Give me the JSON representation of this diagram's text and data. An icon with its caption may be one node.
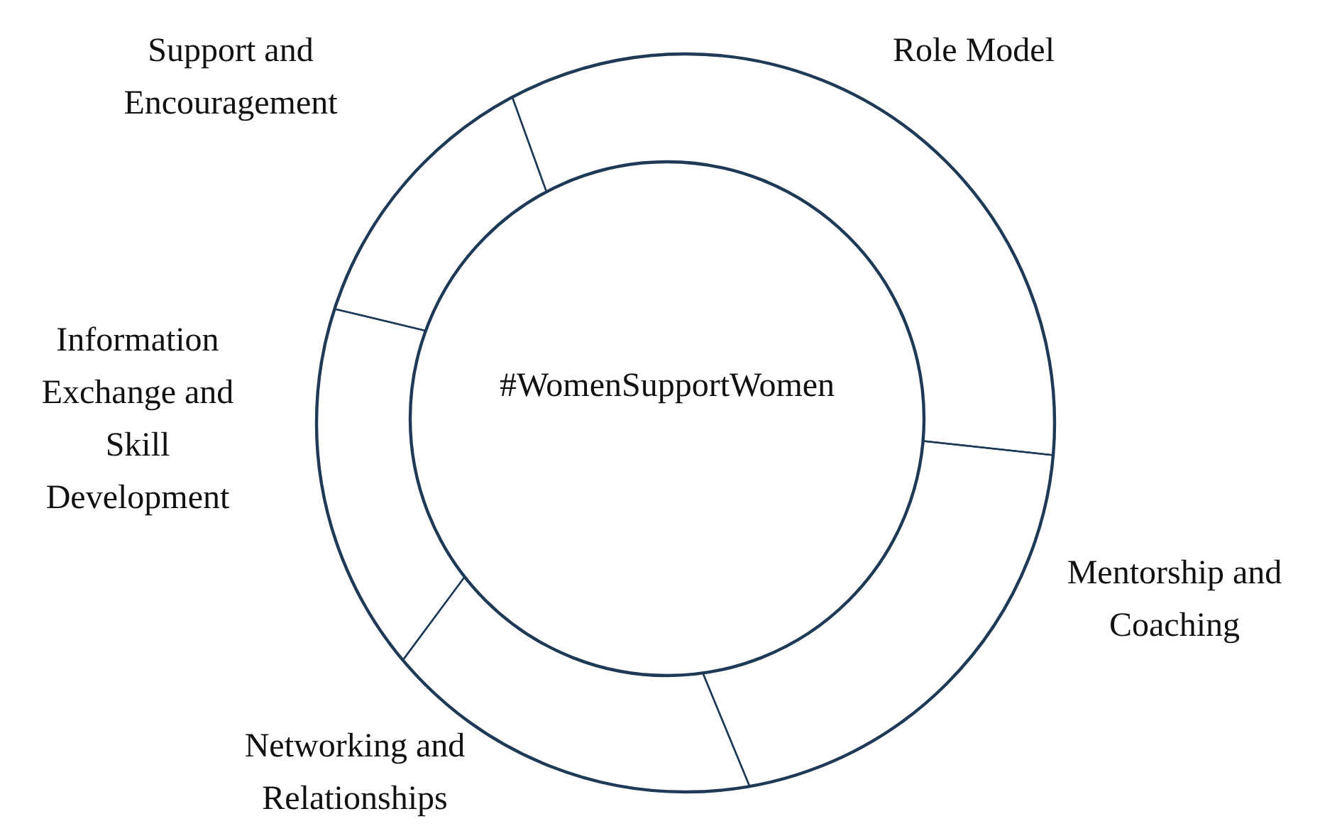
{
  "diagram": {
    "nodes": [
      {
        "text": [
          "#WomenSupportWomen"
        ]
      },
      {
        "text": [
          "Role Model"
        ]
      },
      {
        "text": [
          "Mentorship and Coaching"
        ]
      },
      {
        "text": [
          "Networking and Relationships"
        ]
      },
      {
        "text": [
          "Information Exchange and Skill Development"
        ]
      },
      {
        "text": [
          "Support and Encouragement"
        ]
      }
    ]
  }
}
